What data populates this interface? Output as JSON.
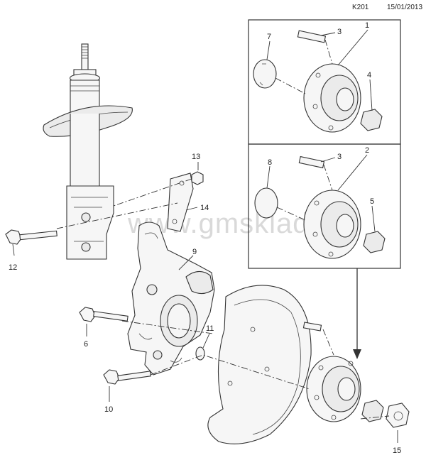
{
  "header": {
    "code": "K201",
    "date": "15/01/2013"
  },
  "watermark": "www.gmsklad.ru",
  "callouts": [
    "1",
    "2",
    "3",
    "3",
    "4",
    "5",
    "6",
    "7",
    "8",
    "9",
    "10",
    "11",
    "12",
    "13",
    "14",
    "15"
  ],
  "colors": {
    "line": "#333333",
    "fill": "#f6f6f6",
    "watermark": "#d9d9d9"
  }
}
